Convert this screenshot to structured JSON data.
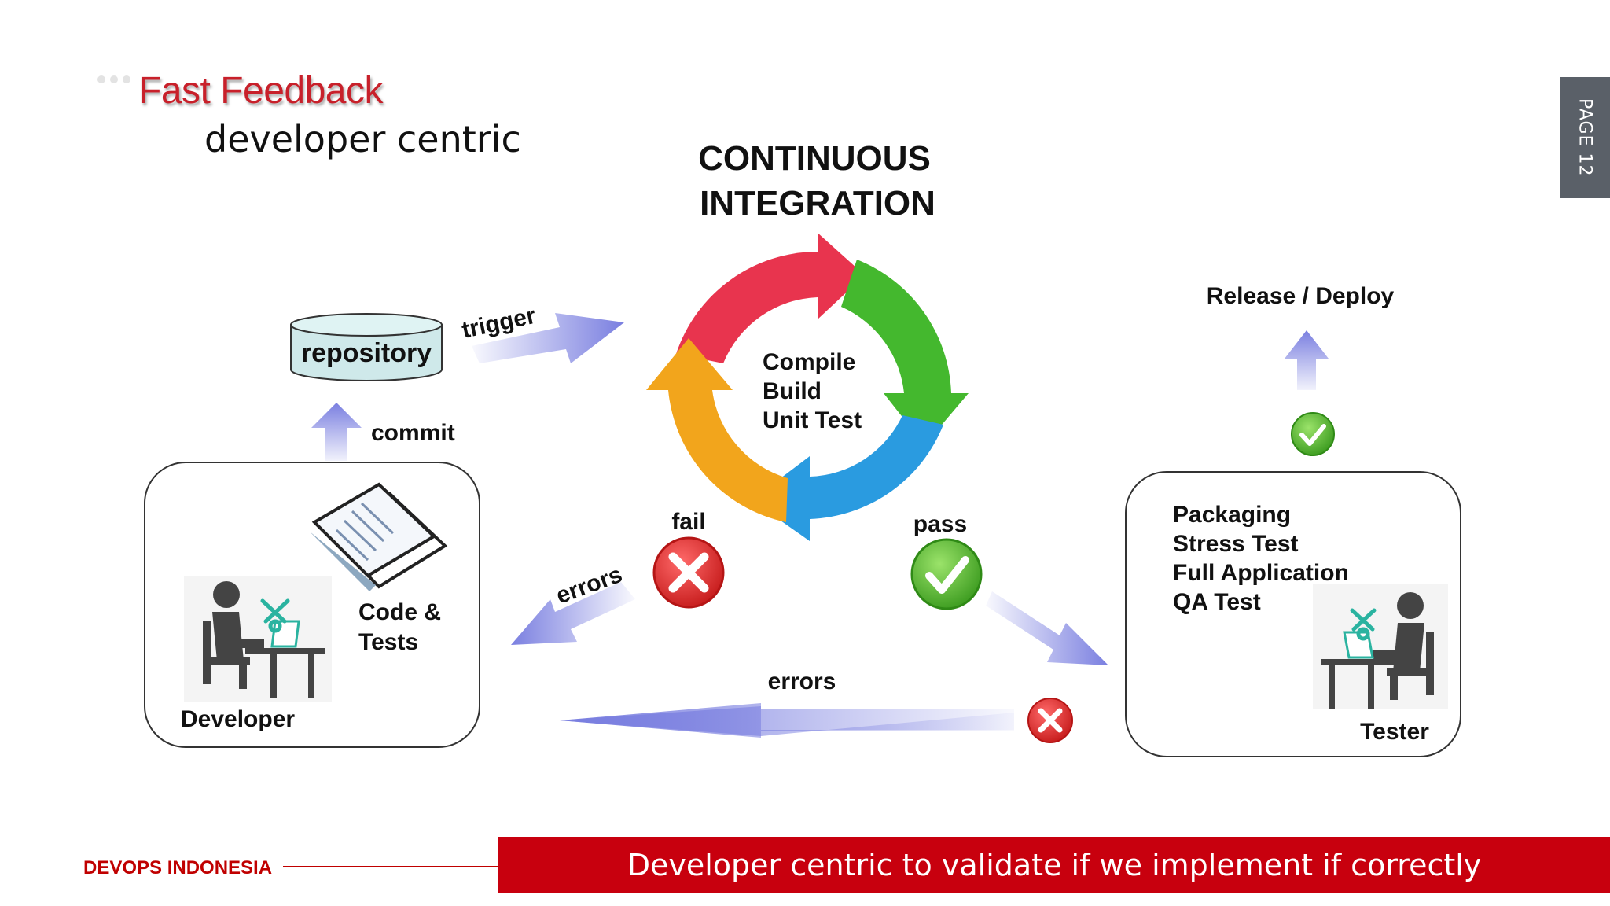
{
  "header": {
    "title": "Fast Feedback",
    "subtitle": "developer centric"
  },
  "page_tab": "PAGE 12",
  "diagram": {
    "heading_line1": "CONTINUOUS",
    "heading_line2": "INTEGRATION",
    "cycle_steps": [
      "Compile",
      "Build",
      "Unit Test"
    ],
    "repository": "repository",
    "trigger": "trigger",
    "commit": "commit",
    "fail": "fail",
    "pass": "pass",
    "errors_diag": "errors",
    "errors_bottom": "errors",
    "code_tests_line1": "Code &",
    "code_tests_line2": "Tests",
    "developer": "Developer",
    "release": "Release / Deploy",
    "tester_tasks": [
      "Packaging",
      "Stress Test",
      "Full Application",
      "QA Test"
    ],
    "tester": "Tester",
    "colors": {
      "red_arrow": "#e8344e",
      "green_arrow": "#44b82e",
      "blue_arrow": "#2a9be0",
      "orange_arrow": "#f2a51c",
      "fail_red": "#e02828",
      "pass_green": "#4cb52a",
      "flow_arrow": "#7a7fe0",
      "repo_fill": "#cfe9ea"
    }
  },
  "footer": {
    "org": "DEVOPS INDONESIA",
    "caption": "Developer centric to validate if we implement if correctly"
  }
}
